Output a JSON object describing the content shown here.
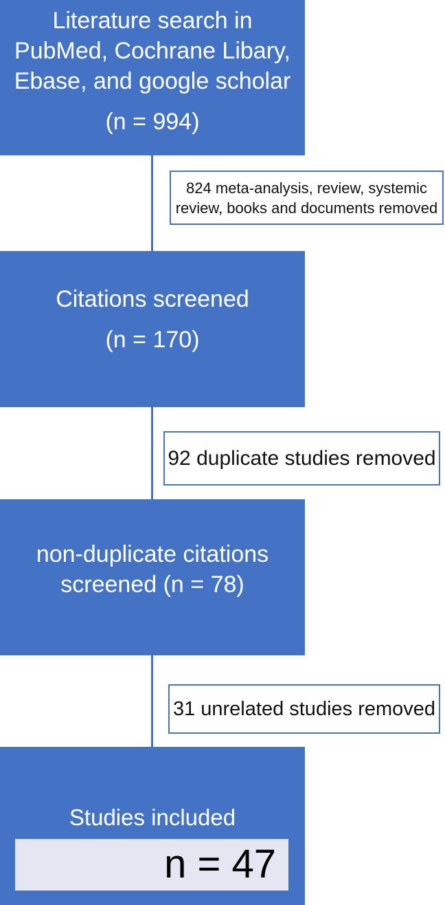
{
  "colors": {
    "box_fill": "#4472C4",
    "box_text": "#FFFFFF",
    "connector": "#4472C4",
    "side_border": "#4472C4",
    "side_text": "#111111",
    "result_fill": "#E4E7F1",
    "result_text": "#000000"
  },
  "flow": {
    "box1": {
      "lines": [
        "Literature search in",
        "PubMed, Cochrane Libary,",
        "Ebase, and google scholar"
      ],
      "count": "(n = 994)"
    },
    "side1": {
      "lines": [
        "824 meta-analysis, review, systemic",
        "review, books and documents removed"
      ]
    },
    "box2": {
      "title": "Citations screened",
      "count": "(n = 170)"
    },
    "side2": {
      "text": "92 duplicate studies removed"
    },
    "box3": {
      "lines": [
        "non-duplicate citations",
        "screened (n = 78)"
      ]
    },
    "side3": {
      "text": "31 unrelated studies removed"
    },
    "box4": {
      "title": "Studies included",
      "count": "n = 47"
    }
  }
}
